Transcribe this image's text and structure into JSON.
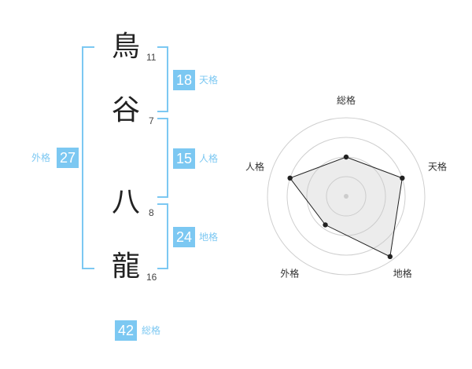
{
  "name": {
    "chars": [
      {
        "char": "鳥",
        "strokes": "11"
      },
      {
        "char": "谷",
        "strokes": "7"
      },
      {
        "char": "八",
        "strokes": "8"
      },
      {
        "char": "龍",
        "strokes": "16"
      }
    ]
  },
  "fortune": {
    "tenkaku": {
      "value": "18",
      "label": "天格"
    },
    "jinkaku": {
      "value": "15",
      "label": "人格"
    },
    "chikaku": {
      "value": "24",
      "label": "地格"
    },
    "gaikaku": {
      "value": "27",
      "label": "外格"
    },
    "soukaku": {
      "value": "42",
      "label": "総格"
    }
  },
  "chart_data": {
    "type": "radar",
    "axes": [
      "総格",
      "天格",
      "地格",
      "外格",
      "人格"
    ],
    "values": [
      0.5,
      0.75,
      0.95,
      0.45,
      0.75
    ],
    "rings": 4,
    "grid": true
  }
}
